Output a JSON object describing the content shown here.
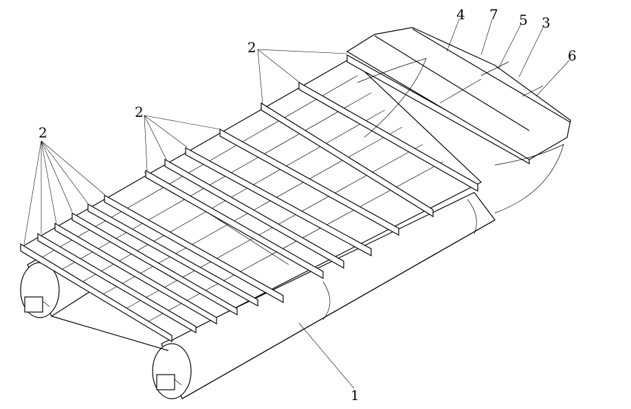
{
  "figure": {
    "callouts": {
      "pontoon": "1",
      "crossbeam_group_a": "2",
      "crossbeam_group_b": "2",
      "crossbeam_group_c": "2",
      "bow_frame": "3",
      "bow_rail": "4",
      "bow_crossbar": "5",
      "bow_edge": "6",
      "bow_strut": "7"
    }
  }
}
